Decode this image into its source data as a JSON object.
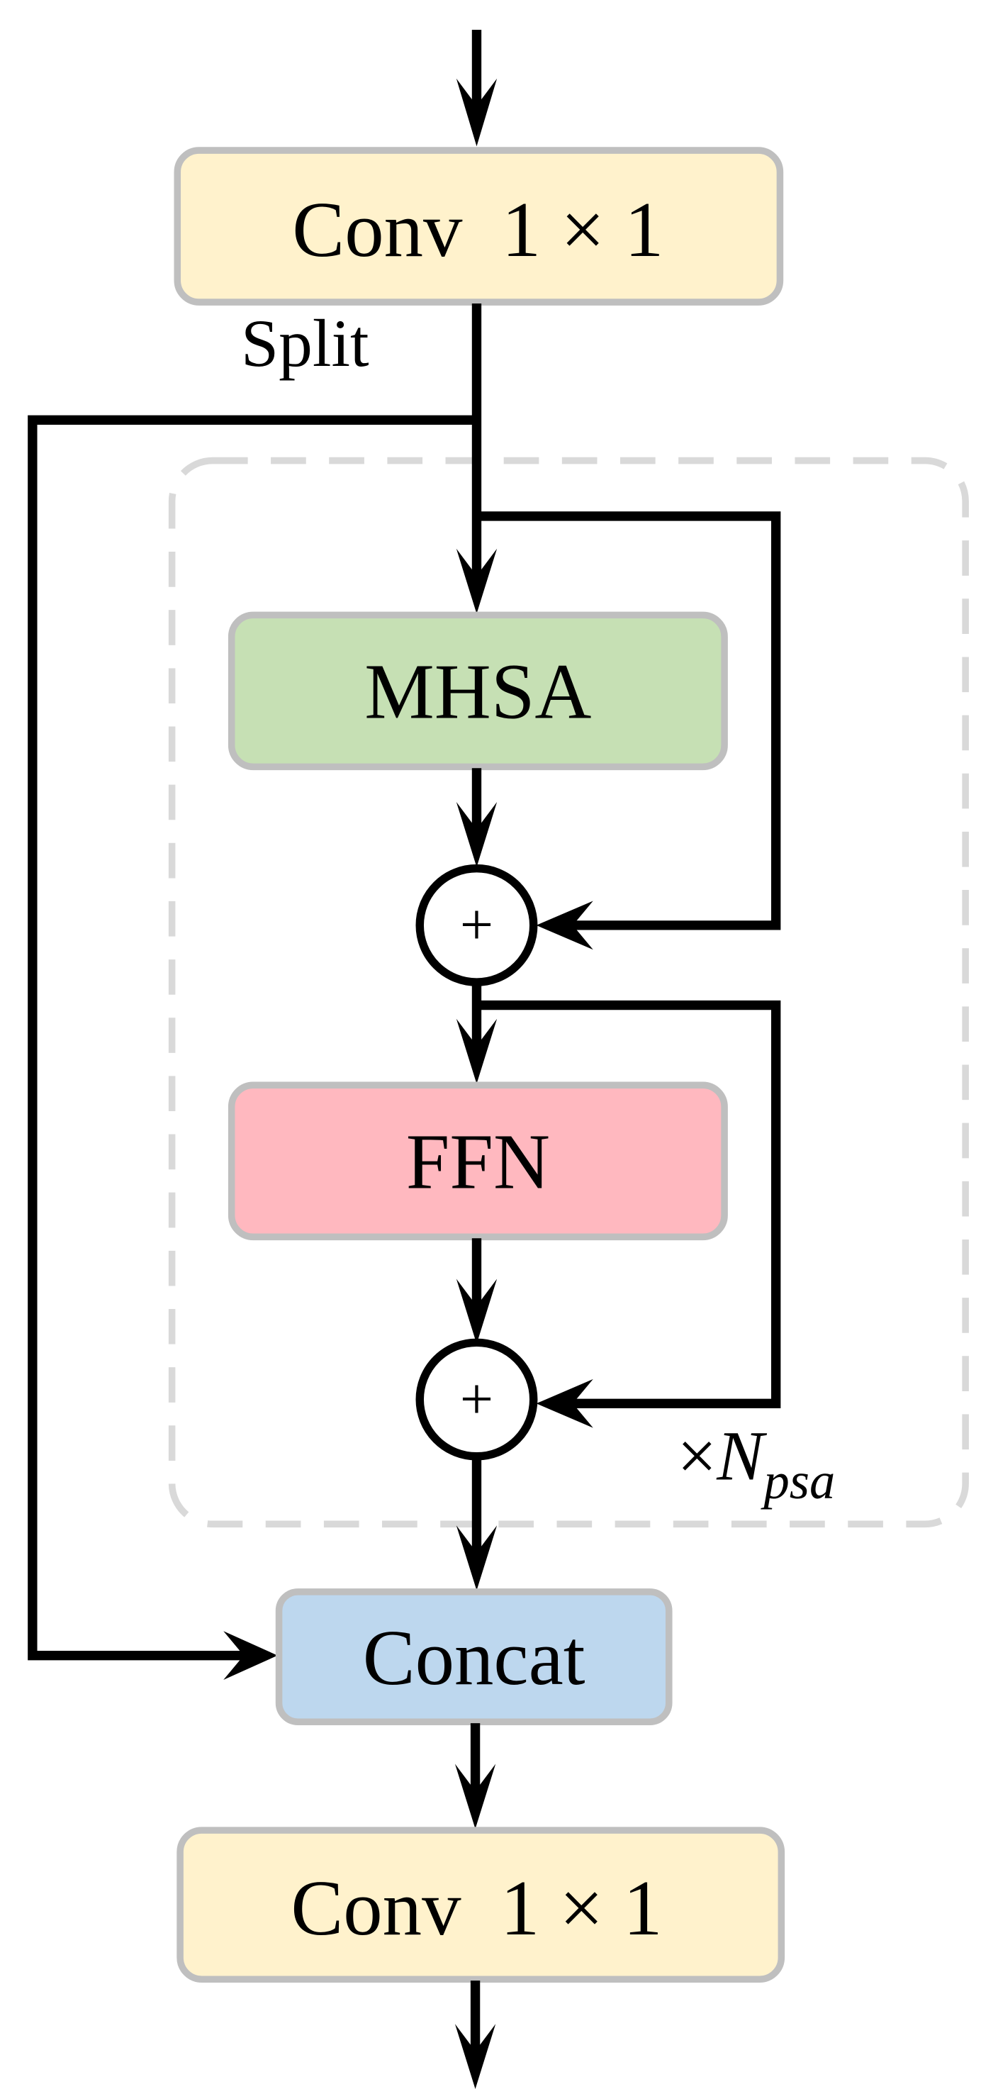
{
  "diagram": {
    "title": "PSA block",
    "nodes": {
      "conv_in": {
        "label": "Conv  1 × 1",
        "color": "#fff2cc"
      },
      "mhsa": {
        "label": "MHSA",
        "color": "#c6e0b4"
      },
      "add1": {
        "label": "+"
      },
      "ffn": {
        "label": "FFN",
        "color": "#ffb8bf"
      },
      "add2": {
        "label": "+"
      },
      "concat": {
        "label": "Concat",
        "color": "#bdd7ee"
      },
      "conv_out": {
        "label": "Conv  1 × 1",
        "color": "#fff2cc"
      }
    },
    "split_label": "Split",
    "repeat_label": {
      "prefix": "×",
      "symbol": "N",
      "subscript": "psa"
    },
    "border_color": "#bfbfbf",
    "dashed_group_color": "#d9d9d9",
    "edges": [
      [
        "input",
        "conv_in"
      ],
      [
        "conv_in",
        "split"
      ],
      [
        "split",
        "mhsa"
      ],
      [
        "split",
        "concat"
      ],
      [
        "mhsa",
        "add1"
      ],
      [
        "split",
        "add1"
      ],
      [
        "add1",
        "ffn"
      ],
      [
        "ffn",
        "add2"
      ],
      [
        "add1",
        "add2"
      ],
      [
        "add2",
        "concat"
      ],
      [
        "concat",
        "conv_out"
      ],
      [
        "conv_out",
        "output"
      ]
    ]
  }
}
